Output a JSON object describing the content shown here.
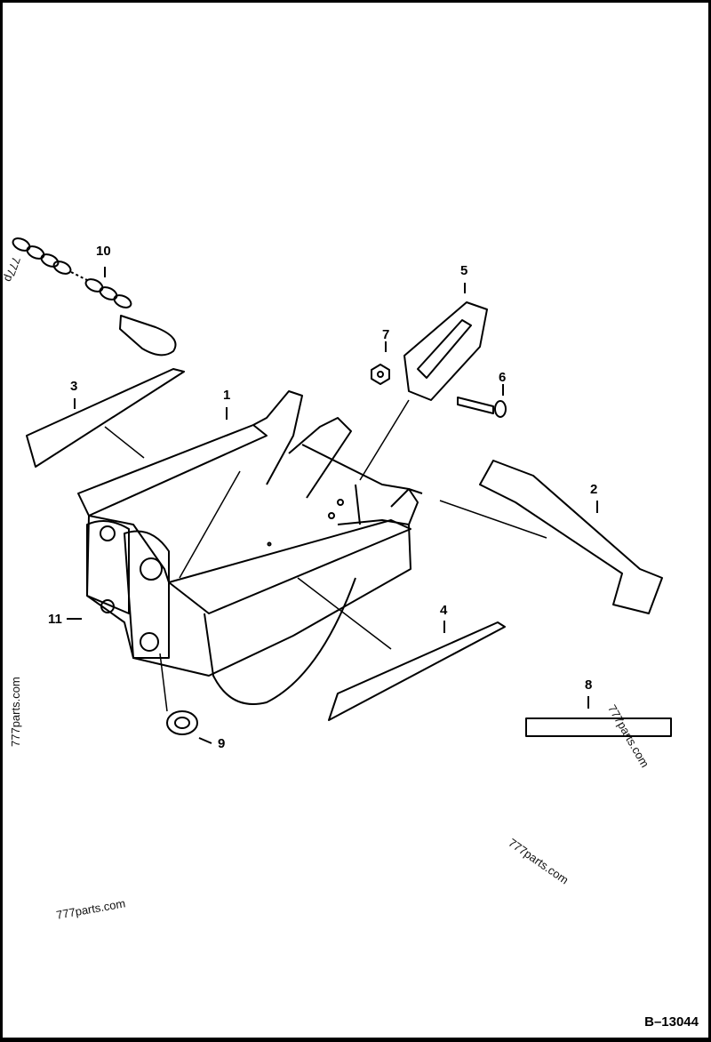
{
  "diagram": {
    "callouts": [
      "1",
      "2",
      "3",
      "4",
      "5",
      "6",
      "7",
      "8",
      "9",
      "10",
      "11"
    ],
    "drawing_code": "B–13044",
    "watermarks": [
      "777parts.com",
      "777parts.com",
      "777parts.com",
      "777parts.com",
      "777p"
    ]
  }
}
